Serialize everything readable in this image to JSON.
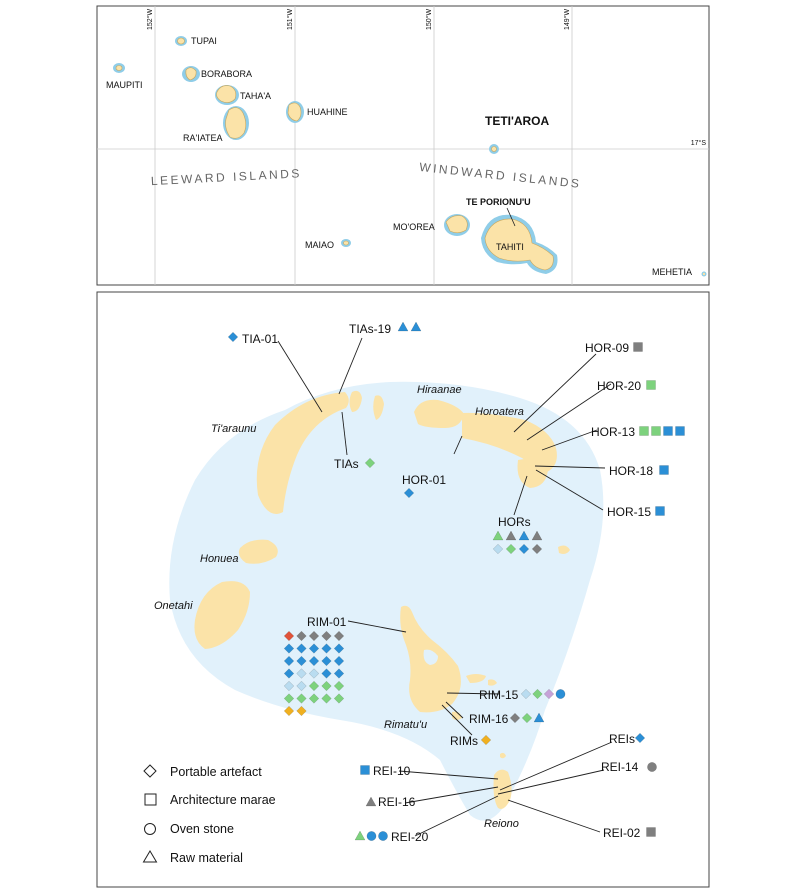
{
  "colors": {
    "sea": "#e1f1fb",
    "land": "#fbe3a8",
    "land_stroke": "#c9a75c",
    "reef": "#8fcde8",
    "grid": "#cccccc",
    "blue": "#2b8fd6",
    "grey": "#7f7f7f",
    "green": "#7dd27d",
    "light_blue": "#b9dcf0",
    "purple": "#c6a2d8",
    "red": "#e0533a",
    "orange": "#f0b020"
  },
  "overview": {
    "lon_ticks": [
      "152°W",
      "151°W",
      "150°W",
      "149°W"
    ],
    "lat_tick": "17°S",
    "islands": [
      {
        "id": "maupiti",
        "label": "MAUPITI"
      },
      {
        "id": "tupai",
        "label": "TUPAI"
      },
      {
        "id": "borabora",
        "label": "BORABORA"
      },
      {
        "id": "tahaa",
        "label": "TAHA'A"
      },
      {
        "id": "raiatea",
        "label": "RA'IATEA"
      },
      {
        "id": "huahine",
        "label": "HUAHINE"
      },
      {
        "id": "tetiaroa",
        "label": "TETI'AROA"
      },
      {
        "id": "moorea",
        "label": "MO'OREA"
      },
      {
        "id": "maiao",
        "label": "MAIAO"
      },
      {
        "id": "tahiti",
        "label": "TAHITI"
      },
      {
        "id": "mehetia",
        "label": "MEHETIA"
      }
    ],
    "groups": {
      "leeward": "LEEWARD ISLANDS",
      "windward": "WINDWARD ISLANDS"
    },
    "place": "TE PORIONU'U"
  },
  "atoll": {
    "places": {
      "tiaraunu": "Ti'araunu",
      "hiraanae": "Hiraanae",
      "horoatera": "Horoatera",
      "honuea": "Honuea",
      "onetahi": "Onetahi",
      "rimatuu": "Rimatu'u",
      "reiono": "Reiono"
    },
    "sites": [
      {
        "id": "tia01",
        "label": "TIA-01",
        "symbols": [
          [
            "diamond",
            "blue"
          ]
        ]
      },
      {
        "id": "tias19",
        "label": "TIAs-19",
        "symbols": [
          [
            "triangle",
            "blue"
          ],
          [
            "triangle",
            "blue"
          ]
        ]
      },
      {
        "id": "tias",
        "label": "TIAs",
        "symbols": [
          [
            "diamond",
            "green"
          ]
        ]
      },
      {
        "id": "hor01",
        "label": "HOR-01",
        "symbols": [
          [
            "diamond",
            "blue"
          ]
        ]
      },
      {
        "id": "hor09",
        "label": "HOR-09",
        "symbols": [
          [
            "square",
            "grey"
          ]
        ]
      },
      {
        "id": "hor20",
        "label": "HOR-20",
        "symbols": [
          [
            "square",
            "green"
          ]
        ]
      },
      {
        "id": "hor13",
        "label": "HOR-13",
        "symbols": [
          [
            "square",
            "green"
          ],
          [
            "square",
            "green"
          ],
          [
            "square",
            "blue"
          ],
          [
            "square",
            "blue"
          ]
        ]
      },
      {
        "id": "hor18",
        "label": "HOR-18",
        "symbols": [
          [
            "square",
            "blue"
          ]
        ]
      },
      {
        "id": "hor15",
        "label": "HOR-15",
        "symbols": [
          [
            "square",
            "blue"
          ]
        ]
      },
      {
        "id": "hors",
        "label": "HORs",
        "symbols": [
          [
            "triangle",
            "green"
          ],
          [
            "triangle",
            "grey"
          ],
          [
            "triangle",
            "blue"
          ],
          [
            "triangle",
            "grey"
          ],
          [
            "diamond",
            "light_blue"
          ],
          [
            "diamond",
            "green"
          ],
          [
            "diamond",
            "blue"
          ],
          [
            "diamond",
            "grey"
          ]
        ]
      },
      {
        "id": "rim01",
        "label": "RIM-01",
        "symbols": [
          [
            "diamond",
            "red"
          ],
          [
            "diamond",
            "grey"
          ],
          [
            "diamond",
            "grey"
          ],
          [
            "diamond",
            "grey"
          ],
          [
            "diamond",
            "grey"
          ],
          [
            "diamond",
            "blue"
          ],
          [
            "diamond",
            "blue"
          ],
          [
            "diamond",
            "blue"
          ],
          [
            "diamond",
            "blue"
          ],
          [
            "diamond",
            "blue"
          ],
          [
            "diamond",
            "blue"
          ],
          [
            "diamond",
            "blue"
          ],
          [
            "diamond",
            "blue"
          ],
          [
            "diamond",
            "blue"
          ],
          [
            "diamond",
            "blue"
          ],
          [
            "diamond",
            "blue"
          ],
          [
            "diamond",
            "light_blue"
          ],
          [
            "diamond",
            "light_blue"
          ],
          [
            "diamond",
            "blue"
          ],
          [
            "diamond",
            "blue"
          ],
          [
            "diamond",
            "light_blue"
          ],
          [
            "diamond",
            "light_blue"
          ],
          [
            "diamond",
            "green"
          ],
          [
            "diamond",
            "green"
          ],
          [
            "diamond",
            "green"
          ],
          [
            "diamond",
            "green"
          ],
          [
            "diamond",
            "green"
          ],
          [
            "diamond",
            "green"
          ],
          [
            "diamond",
            "green"
          ],
          [
            "diamond",
            "green"
          ],
          [
            "diamond",
            "orange"
          ],
          [
            "diamond",
            "orange"
          ]
        ]
      },
      {
        "id": "rim15",
        "label": "RIM-15",
        "symbols": [
          [
            "diamond",
            "light_blue"
          ],
          [
            "diamond",
            "green"
          ],
          [
            "diamond",
            "purple"
          ],
          [
            "circle",
            "blue"
          ]
        ]
      },
      {
        "id": "rim16",
        "label": "RIM-16",
        "symbols": [
          [
            "diamond",
            "grey"
          ],
          [
            "diamond",
            "green"
          ],
          [
            "triangle",
            "blue"
          ]
        ]
      },
      {
        "id": "rims",
        "label": "RIMs",
        "symbols": [
          [
            "diamond",
            "orange"
          ]
        ]
      },
      {
        "id": "reis",
        "label": "REIs",
        "symbols": [
          [
            "diamond",
            "blue"
          ]
        ]
      },
      {
        "id": "rei10",
        "label": "REI-10",
        "symbols": [
          [
            "square",
            "blue"
          ]
        ]
      },
      {
        "id": "rei14",
        "label": "REI-14",
        "symbols": [
          [
            "circle",
            "grey"
          ]
        ]
      },
      {
        "id": "rei16",
        "label": "REI-16",
        "symbols": [
          [
            "triangle",
            "grey"
          ]
        ]
      },
      {
        "id": "rei20",
        "label": "REI-20",
        "symbols": [
          [
            "triangle",
            "green"
          ],
          [
            "circle",
            "blue"
          ],
          [
            "circle",
            "blue"
          ]
        ]
      },
      {
        "id": "rei02",
        "label": "REI-02",
        "symbols": [
          [
            "square",
            "grey"
          ]
        ]
      }
    ]
  },
  "legend": [
    {
      "shape": "diamond",
      "label": "Portable artefact"
    },
    {
      "shape": "square",
      "label": "Architecture marae"
    },
    {
      "shape": "circle",
      "label": "Oven stone"
    },
    {
      "shape": "triangle",
      "label": "Raw material"
    }
  ]
}
